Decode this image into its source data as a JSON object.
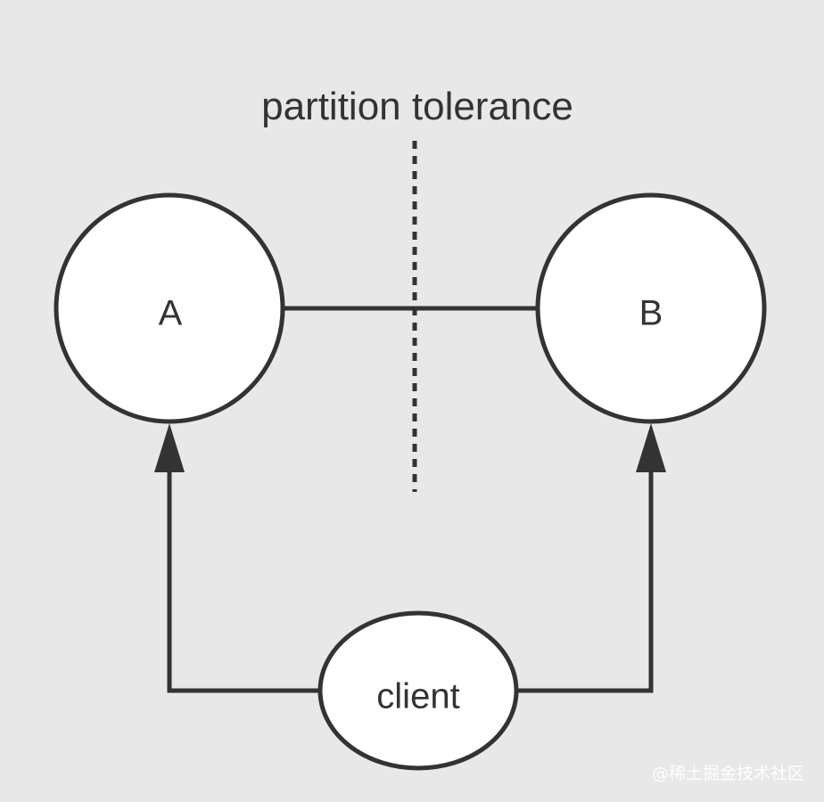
{
  "title": "partition tolerance",
  "nodes": {
    "a": "A",
    "b": "B",
    "client": "client"
  },
  "watermark": "@稀土掘金技术社区",
  "colors": {
    "background": "#e8e8e8",
    "stroke": "#333333",
    "node_fill": "#ffffff",
    "text": "#333333"
  }
}
